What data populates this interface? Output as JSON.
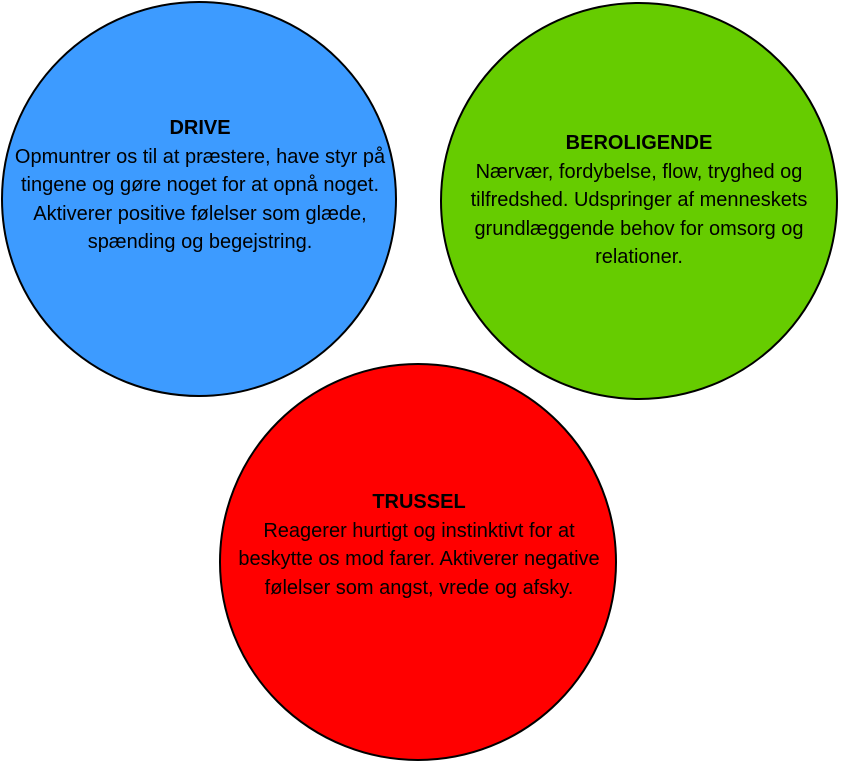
{
  "colors": {
    "drive": "#3d9bff",
    "beroligende": "#66cc00",
    "trussel": "#ff0000",
    "outline": "#000000"
  },
  "circles": {
    "drive": {
      "title": "DRIVE",
      "text": "Opmuntrer os til at præstere, have styr på tingene og gøre noget for at opnå noget. Aktiverer positive følelser som glæde, spænding og begejstring."
    },
    "beroligende": {
      "title": "BEROLIGENDE",
      "text": "Nærvær, fordybelse, flow, tryghed og tilfredshed. Udspringer af menneskets grundlæggende behov for omsorg og relationer."
    },
    "trussel": {
      "title": "TRUSSEL",
      "text": "Reagerer hurtigt og instinktivt for at beskytte os mod farer. Aktiverer negative følelser som angst, vrede og afsky."
    }
  }
}
